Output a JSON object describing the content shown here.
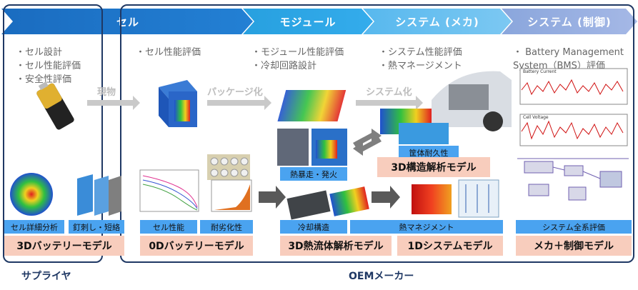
{
  "stages": [
    {
      "label": "セル"
    },
    {
      "label": "モジュール"
    },
    {
      "label": "システム (メカ)"
    },
    {
      "label": "システム (制御)"
    }
  ],
  "bullets": {
    "cell_supplier": [
      "・セル設計",
      "・セル性能評価",
      "・安全性評価"
    ],
    "cell_oem": [
      "・セル性能評価"
    ],
    "module": [
      "・モジュール性能評価",
      "・冷却回路設計"
    ],
    "system_mech": [
      "・システム性能評価",
      "・熱マネージメント"
    ],
    "system_ctrl": [
      "・ Battery Management",
      "System（BMS）評価"
    ]
  },
  "arrows": {
    "buy": "現物",
    "package": "パッケージ化",
    "system": "システム化"
  },
  "blue_labels": {
    "cell_detail": "セル詳細分析",
    "nail": "釘刺し・短絡",
    "cell_perf": "セル性能",
    "degradation": "耐劣化性",
    "cooling": "冷却構造",
    "thermal_mgmt": "熱マネジメント",
    "system_eval": "システム全系評価",
    "thermal_runaway": "熱暴走・発火",
    "housing": "筐体耐久性"
  },
  "models": {
    "battery_3d": "3Dバッテリーモデル",
    "battery_0d": "0Dバッテリーモデル",
    "thermal_fluid_3d": "3D熱流体解析モデル",
    "system_1d": "1Dシステムモデル",
    "mech_ctrl": "メカ＋制御モデル",
    "structure_3d": "3D構造解析モデル"
  },
  "groups": {
    "supplier": "サプライヤ",
    "oem": "OEMメーカー"
  },
  "chart_captions": {
    "top": "Battery Current",
    "bottom": "Cell Voltage"
  },
  "colors": {
    "chevron_dark": "#1f74c8",
    "chevron_mid": "#2e9fe0",
    "chevron_light": "#5cb6ec",
    "chevron_lav": "#8aa8dc",
    "label_blue": "#4aa3f0",
    "label_pink": "#f8cdbd",
    "frame": "#1f3864"
  }
}
